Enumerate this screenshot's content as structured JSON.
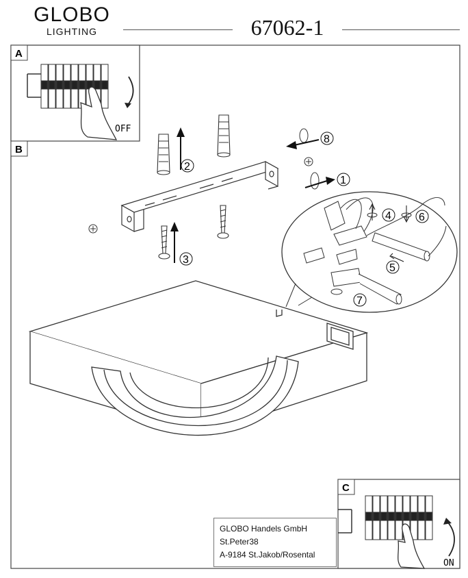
{
  "header": {
    "brand": "GLOBO",
    "brand_sub": "LIGHTING",
    "model": "67062-1"
  },
  "panels": {
    "a": {
      "label": "A",
      "switch_text": "OFF"
    },
    "b": {
      "label": "B"
    },
    "c": {
      "label": "C",
      "switch_text": "ON"
    }
  },
  "steps": [
    "1",
    "2",
    "3",
    "4",
    "5",
    "6",
    "7",
    "8"
  ],
  "address": {
    "line1": "GLOBO Handels GmbH",
    "line2": "St.Peter38",
    "line3": "A-9184 St.Jakob/Rosental"
  },
  "colors": {
    "ink": "#111111",
    "line": "#444444",
    "paper": "#ffffff"
  }
}
